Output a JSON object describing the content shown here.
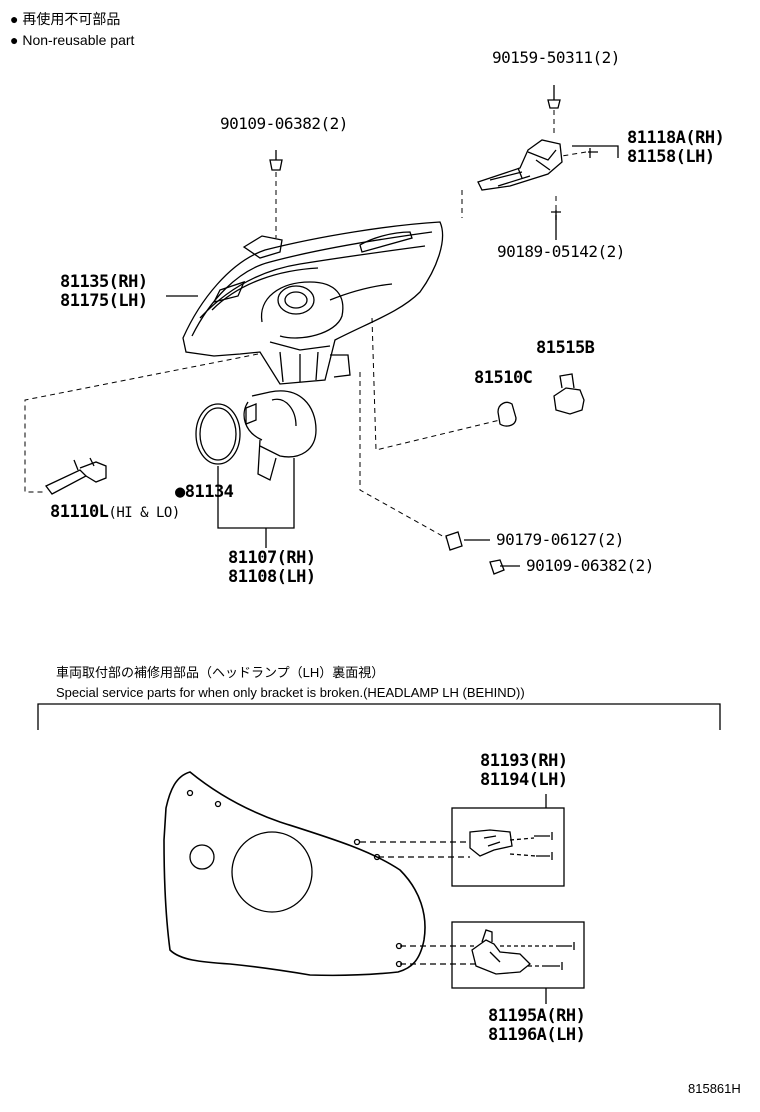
{
  "legend": {
    "jp": "● 再使用不可部品",
    "en": "● Non-reusable part"
  },
  "parts": {
    "p90159": "90159-50311(2)",
    "p90109_top": "90109-06382(2)",
    "p81118": "81118A(RH)",
    "p81158": "81158(LH)",
    "p90189": "90189-05142(2)",
    "p81135": "81135(RH)",
    "p81175": "81175(LH)",
    "p81515": "81515B",
    "p81510": "81510C",
    "p81134": "●81134",
    "p81110": "81110L",
    "p81110_sub": "(HI & LO)",
    "p90179": "90179-06127(2)",
    "p90109_bot": "90109-06382(2)",
    "p81107": "81107(RH)",
    "p81108": "81108(LH)",
    "p81193": "81193(RH)",
    "p81194": "81194(LH)",
    "p81195": "81195A(RH)",
    "p81196": "81196A(LH)"
  },
  "service_note": {
    "jp": "車両取付部の補修用部品（ヘッドランプ（LH）裏面視）",
    "en": "Special service parts for when only bracket is broken.(HEADLAMP LH (BEHIND))"
  },
  "figure_id": "815861H"
}
